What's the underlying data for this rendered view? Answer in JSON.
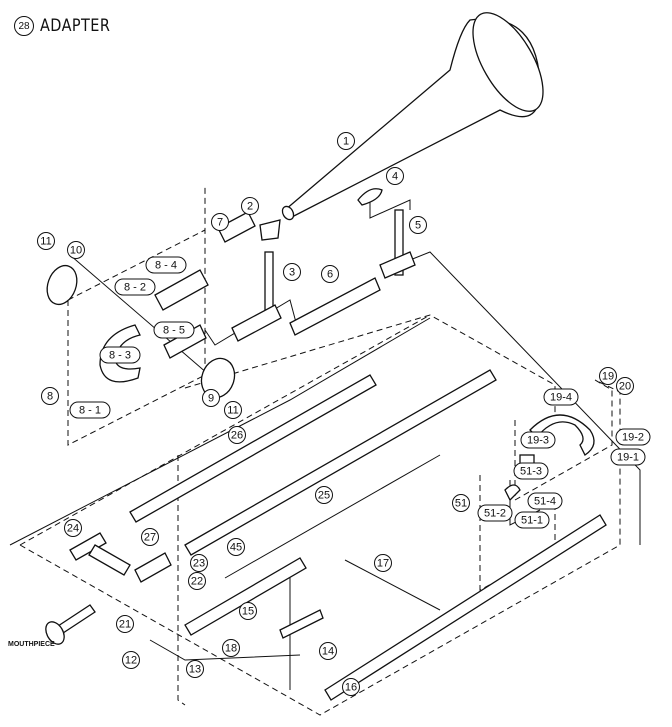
{
  "title": {
    "number": "28",
    "text": "ADAPTER"
  },
  "mouthpiece_label": "MOUTHPIECE",
  "callouts": [
    {
      "id": "1",
      "shape": "circle"
    },
    {
      "id": "2",
      "shape": "circle"
    },
    {
      "id": "3",
      "shape": "circle"
    },
    {
      "id": "4",
      "shape": "circle"
    },
    {
      "id": "5",
      "shape": "circle"
    },
    {
      "id": "6",
      "shape": "circle"
    },
    {
      "id": "7",
      "shape": "circle"
    },
    {
      "id": "8",
      "shape": "circle"
    },
    {
      "id": "8 - 1",
      "shape": "pill"
    },
    {
      "id": "8 - 2",
      "shape": "pill"
    },
    {
      "id": "8 - 3",
      "shape": "pill"
    },
    {
      "id": "8 - 4",
      "shape": "pill"
    },
    {
      "id": "8 - 5",
      "shape": "pill"
    },
    {
      "id": "9",
      "shape": "circle"
    },
    {
      "id": "10",
      "shape": "circle"
    },
    {
      "id": "11",
      "shape": "circle"
    },
    {
      "id": "11",
      "shape": "circle"
    },
    {
      "id": "12",
      "shape": "circle"
    },
    {
      "id": "13",
      "shape": "circle"
    },
    {
      "id": "14",
      "shape": "circle"
    },
    {
      "id": "15",
      "shape": "circle"
    },
    {
      "id": "16",
      "shape": "circle"
    },
    {
      "id": "17",
      "shape": "circle"
    },
    {
      "id": "18",
      "shape": "circle"
    },
    {
      "id": "19",
      "shape": "circle"
    },
    {
      "id": "19-1",
      "shape": "pill"
    },
    {
      "id": "19-2",
      "shape": "pill"
    },
    {
      "id": "19-3",
      "shape": "pill"
    },
    {
      "id": "19-4",
      "shape": "pill"
    },
    {
      "id": "20",
      "shape": "circle"
    },
    {
      "id": "21",
      "shape": "circle"
    },
    {
      "id": "22",
      "shape": "circle"
    },
    {
      "id": "23",
      "shape": "circle"
    },
    {
      "id": "24",
      "shape": "circle"
    },
    {
      "id": "25",
      "shape": "circle"
    },
    {
      "id": "26",
      "shape": "circle"
    },
    {
      "id": "27",
      "shape": "circle"
    },
    {
      "id": "45",
      "shape": "circle"
    },
    {
      "id": "51",
      "shape": "circle"
    },
    {
      "id": "51-1",
      "shape": "pill"
    },
    {
      "id": "51-2",
      "shape": "pill"
    },
    {
      "id": "51-3",
      "shape": "pill"
    },
    {
      "id": "51-4",
      "shape": "pill"
    }
  ]
}
